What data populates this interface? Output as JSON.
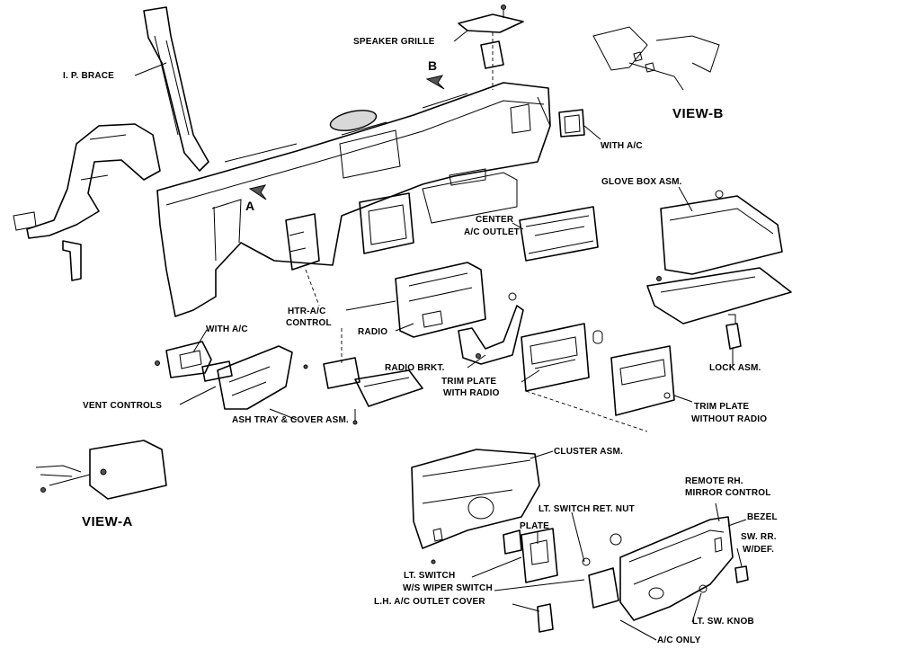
{
  "labels": {
    "speaker_grille": "SPEAKER GRILLE",
    "ip_brace": "I. P. BRACE",
    "view_b_marker": "B",
    "view_b": "VIEW-B",
    "with_ac_top": "WITH A/C",
    "glove_box": "GLOVE BOX ASM.",
    "view_a_marker": "A",
    "center_line1": "CENTER",
    "center_line2": "A/C OUTLET",
    "htr_line1": "HTR-A/C",
    "htr_line2": "CONTROL",
    "radio": "RADIO",
    "with_ac_left": "WITH A/C",
    "radio_brkt": "RADIO BRKT.",
    "lock": "LOCK ASM.",
    "trim_radio_line1": "TRIM PLATE",
    "trim_radio_line2": "WITH RADIO",
    "trim_noradio_line1": "TRIM PLATE",
    "trim_noradio_line2": "WITHOUT RADIO",
    "vent_controls": "VENT CONTROLS",
    "ash_tray": "ASH TRAY & COVER ASM.",
    "cluster": "CLUSTER ASM.",
    "remote_line1": "REMOTE RH.",
    "remote_line2": "MIRROR CONTROL",
    "view_a": "VIEW-A",
    "lt_switch_ret_nut": "LT. SWITCH RET. NUT",
    "bezel": "BEZEL",
    "plate": "PLATE",
    "sw_rr_line1": "SW. RR.",
    "sw_rr_line2": "W/DEF.",
    "lt_switch_line1": "LT. SWITCH",
    "lt_switch_line2": "W/S WIPER SWITCH",
    "lh_outlet_cover": "L.H. A/C OUTLET COVER",
    "lt_sw_knob": "LT. SW. KNOB",
    "ac_only": "A/C ONLY"
  }
}
